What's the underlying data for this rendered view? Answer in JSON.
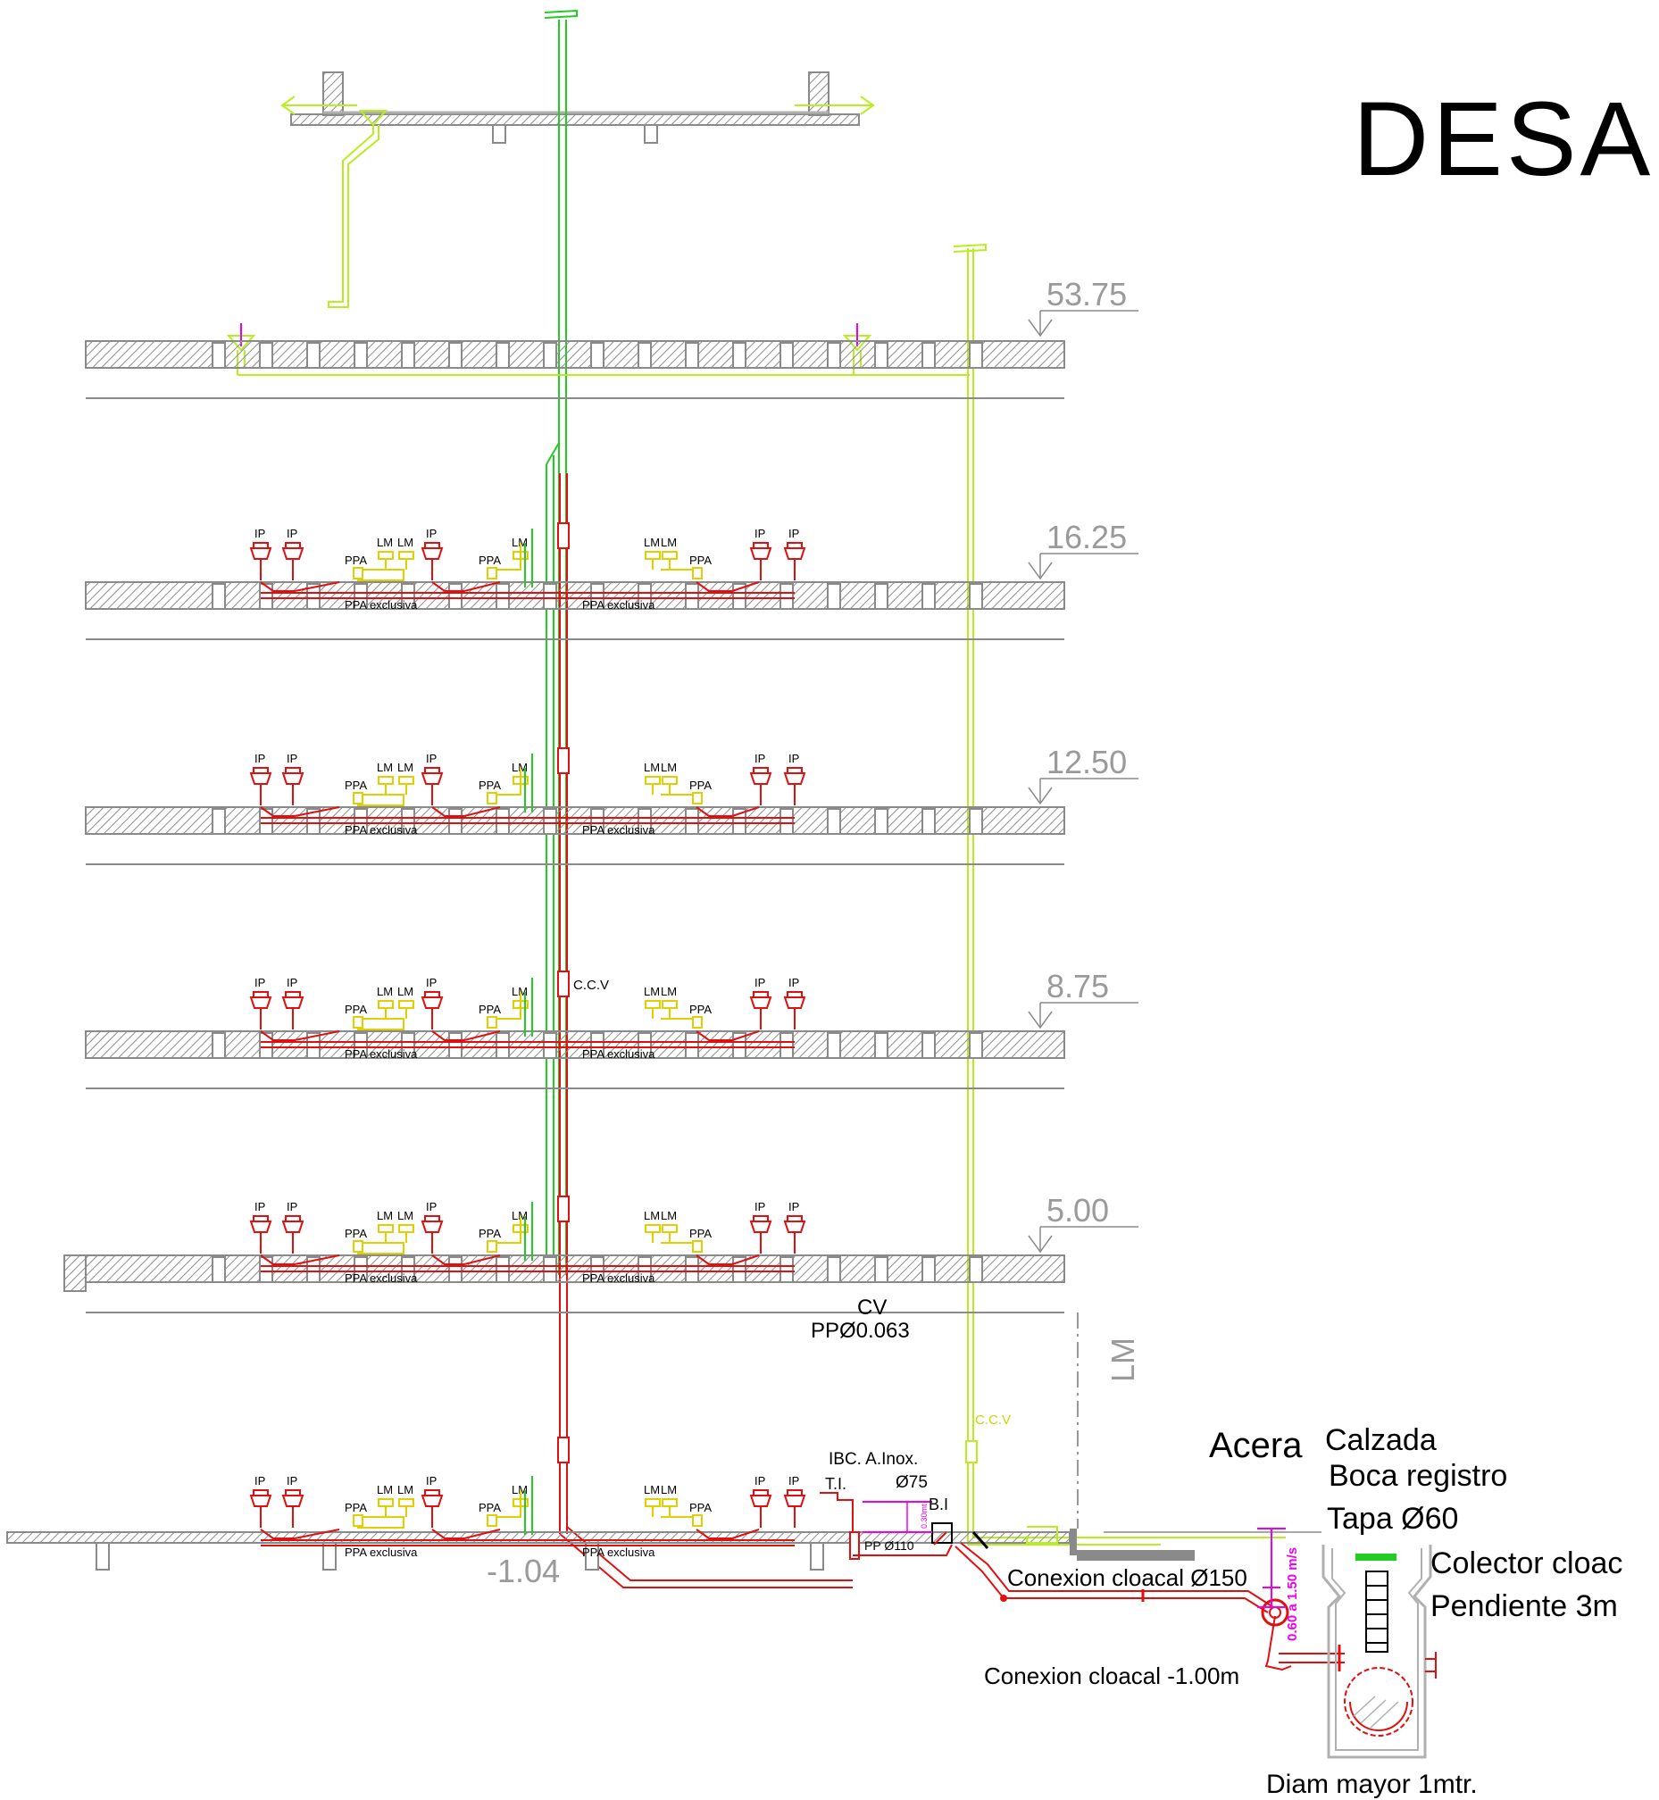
{
  "title": "DESAG",
  "levels": [
    "53.75",
    "16.25",
    "12.50",
    "8.75",
    "5.00",
    "-1.04"
  ],
  "fixture_labels": {
    "ip": "IP",
    "lm": "LM",
    "ppa": "PPA",
    "ppa_exclusive": "PPA exclusiva"
  },
  "labels": {
    "ccv_riser": "C.C.V",
    "ccv_vent": "C.C.V",
    "cv": "CV",
    "cv_pipe": "PPØ0.063",
    "lm_line": "LM",
    "ibc": "IBC. A.Inox.",
    "ti": "T.I.",
    "d75": "Ø75",
    "bi": "B.I",
    "pp110": "PP Ø110",
    "h030": "0.30mt",
    "acera": "Acera",
    "calzada": "Calzada",
    "boca_registro": "Boca registro",
    "tapa": "Tapa Ø60",
    "colector": "Colector cloac",
    "pendiente": "Pendiente 3m",
    "conexion150": "Conexion cloacal Ø150",
    "depth_range": "0.60 a 1.50 m/s",
    "conexion_depth": "Conexion cloacal -1.00m",
    "diam_mayor": "Diam mayor 1mtr."
  },
  "colors": {
    "sewer": "#e01010",
    "fixture_yellow": "#e0d000",
    "vent_green": "#22cc22",
    "rain_lime": "#b8ee20",
    "dim_magenta": "#ee00ee",
    "slab_gray": "#8a8a8a"
  }
}
